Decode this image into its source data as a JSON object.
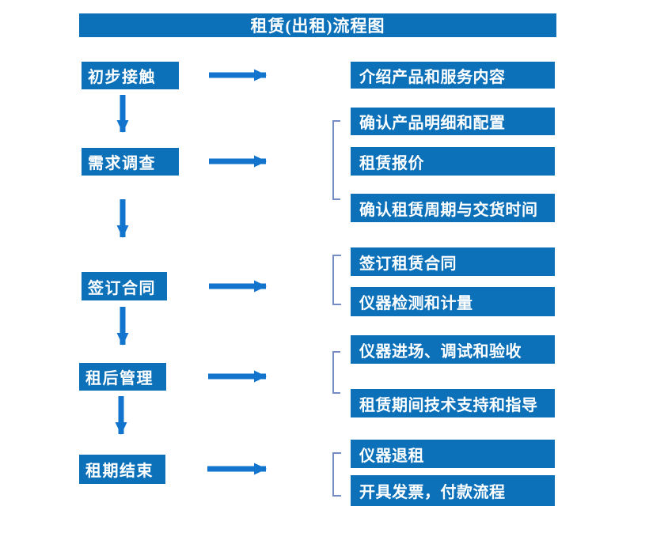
{
  "title": "租赁(出租)流程图",
  "colors": {
    "box_blue": "#0d71ba",
    "arrow_blue": "#1274cd",
    "bracket_blue": "#758cc5",
    "text_white": "#ffffff",
    "background": "#ffffff"
  },
  "steps": [
    {
      "label": "初步接触",
      "details": [
        "介绍产品和服务内容"
      ]
    },
    {
      "label": "需求调查",
      "details": [
        "确认产品明细和配置",
        "租赁报价",
        "确认租赁周期与交货时间"
      ]
    },
    {
      "label": "签订合同",
      "details": [
        "签订租赁合同",
        "仪器检测和计量"
      ]
    },
    {
      "label": "租后管理",
      "details": [
        "仪器进场、调试和验收",
        "租赁期间技术支持和指导"
      ]
    },
    {
      "label": "租期结束",
      "details": [
        "仪器退租",
        "开具发票，付款流程"
      ]
    }
  ]
}
